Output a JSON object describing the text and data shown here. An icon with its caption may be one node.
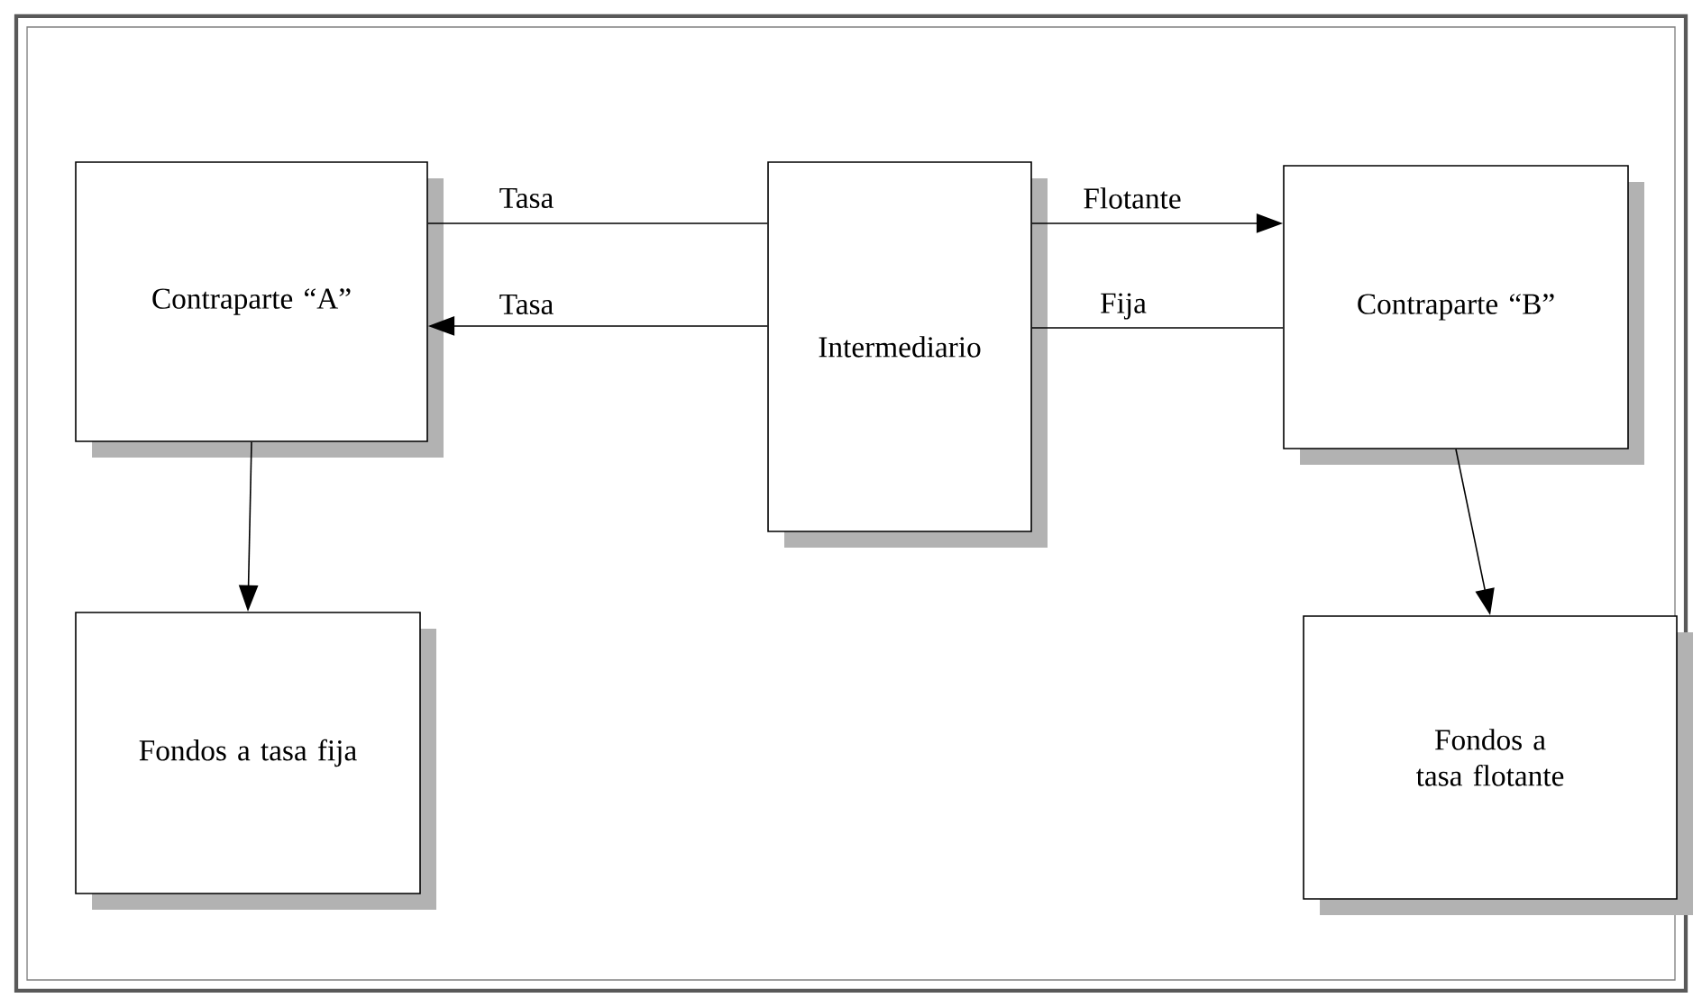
{
  "diagram": {
    "nodes": [
      {
        "text": [
          "Contraparte “A”"
        ]
      },
      {
        "text": [
          "Fondos a tasa fija"
        ]
      },
      {
        "text": [
          "Intermediario"
        ]
      },
      {
        "text": [
          "Contraparte “B”"
        ]
      },
      {
        "text": [
          "Fondos a tasa flotante"
        ]
      }
    ],
    "edges": [
      {
        "from": 0,
        "to": 2,
        "arrow": "none",
        "label": "Tasa"
      },
      {
        "from": 2,
        "to": 0,
        "arrow": "to",
        "label": "Tasa"
      },
      {
        "from": 2,
        "to": 3,
        "arrow": "to",
        "label": "Flotante"
      },
      {
        "from": 3,
        "to": 2,
        "arrow": "none",
        "label": "Fija"
      },
      {
        "from": 0,
        "to": 1,
        "arrow": "to"
      },
      {
        "from": 3,
        "to": 4,
        "arrow": "to"
      }
    ]
  }
}
